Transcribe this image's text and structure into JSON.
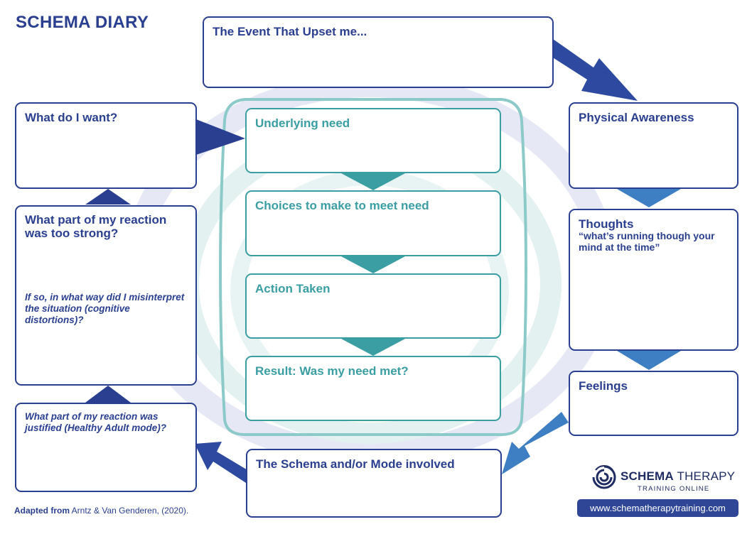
{
  "title": "SCHEMA DIARY",
  "event": {
    "title": "The Event That Upset me..."
  },
  "want": {
    "title": "What do I want?"
  },
  "reaction_strong": {
    "title": "What part of my reaction was too strong?",
    "italic": "If so, in what way did I misinterpret the situation (cognitive distortions)?"
  },
  "reaction_justified": {
    "italic": "What part of my reaction was justified (Healthy Adult mode)?"
  },
  "center": {
    "underlying_need": "Underlying need",
    "choices": "Choices to make to meet need",
    "action": "Action Taken",
    "result": "Result: Was my need met?"
  },
  "schema_mode": {
    "title": "The Schema and/or Mode involved"
  },
  "physical": {
    "title": "Physical Awareness"
  },
  "thoughts": {
    "title": "Thoughts",
    "subtitle": "“what’s running though your mind at the time”"
  },
  "feelings": {
    "title": "Feelings"
  },
  "credit": {
    "bold": "Adapted from",
    "rest": " Arntz & Van Genderen, (2020)."
  },
  "logo": {
    "name_bold": "SCHEMA",
    "name_rest": " THERAPY",
    "sub": "TRAINING ONLINE",
    "icon": "spiral-logo-icon"
  },
  "url": "www.schematherapytraining.com",
  "colors": {
    "navy": "#2a3f8f",
    "teal": "#3a9ea2",
    "mid_blue": "#3d7fc2"
  }
}
